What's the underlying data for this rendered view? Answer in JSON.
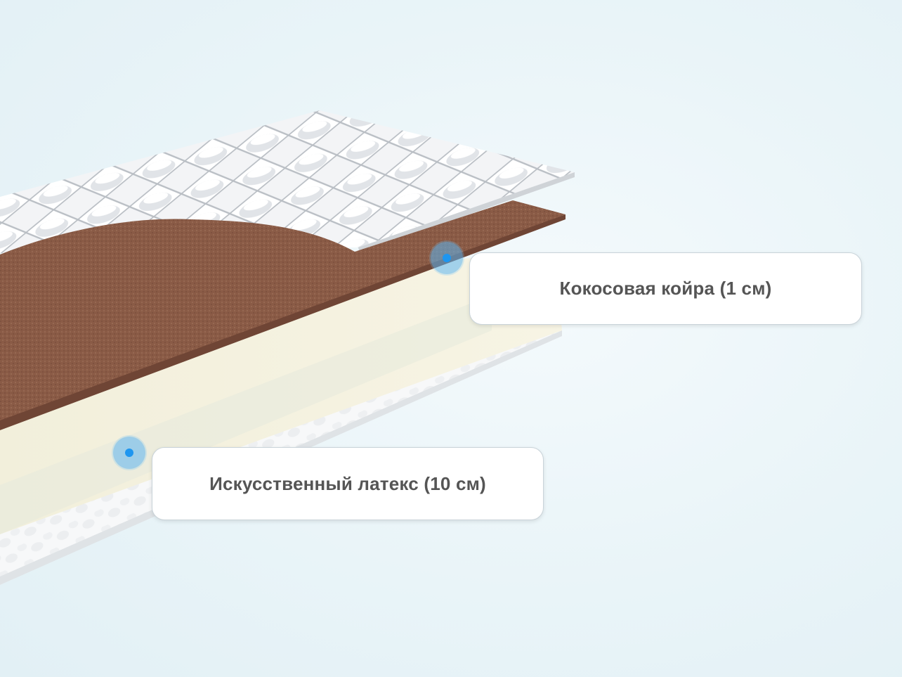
{
  "layers": [
    {
      "id": "coconut",
      "label": "Кокосовая койра (1 см)",
      "color": "#8a5a45"
    },
    {
      "id": "latex",
      "label": "Искусственный латекс (10 см)",
      "color": "#f3f0df"
    }
  ],
  "colors": {
    "background": "#e9f4f8",
    "hotspot": "#5cb4f0",
    "hotspot_dot": "#1e96f0",
    "quilted_cover": "#f4f6f8",
    "coconut_layer": "#8a5a45",
    "latex_layer": "#f3f0df",
    "bottom_cover": "#f6f8f9"
  },
  "icons": {
    "hotspot": "hotspot-marker-icon"
  }
}
